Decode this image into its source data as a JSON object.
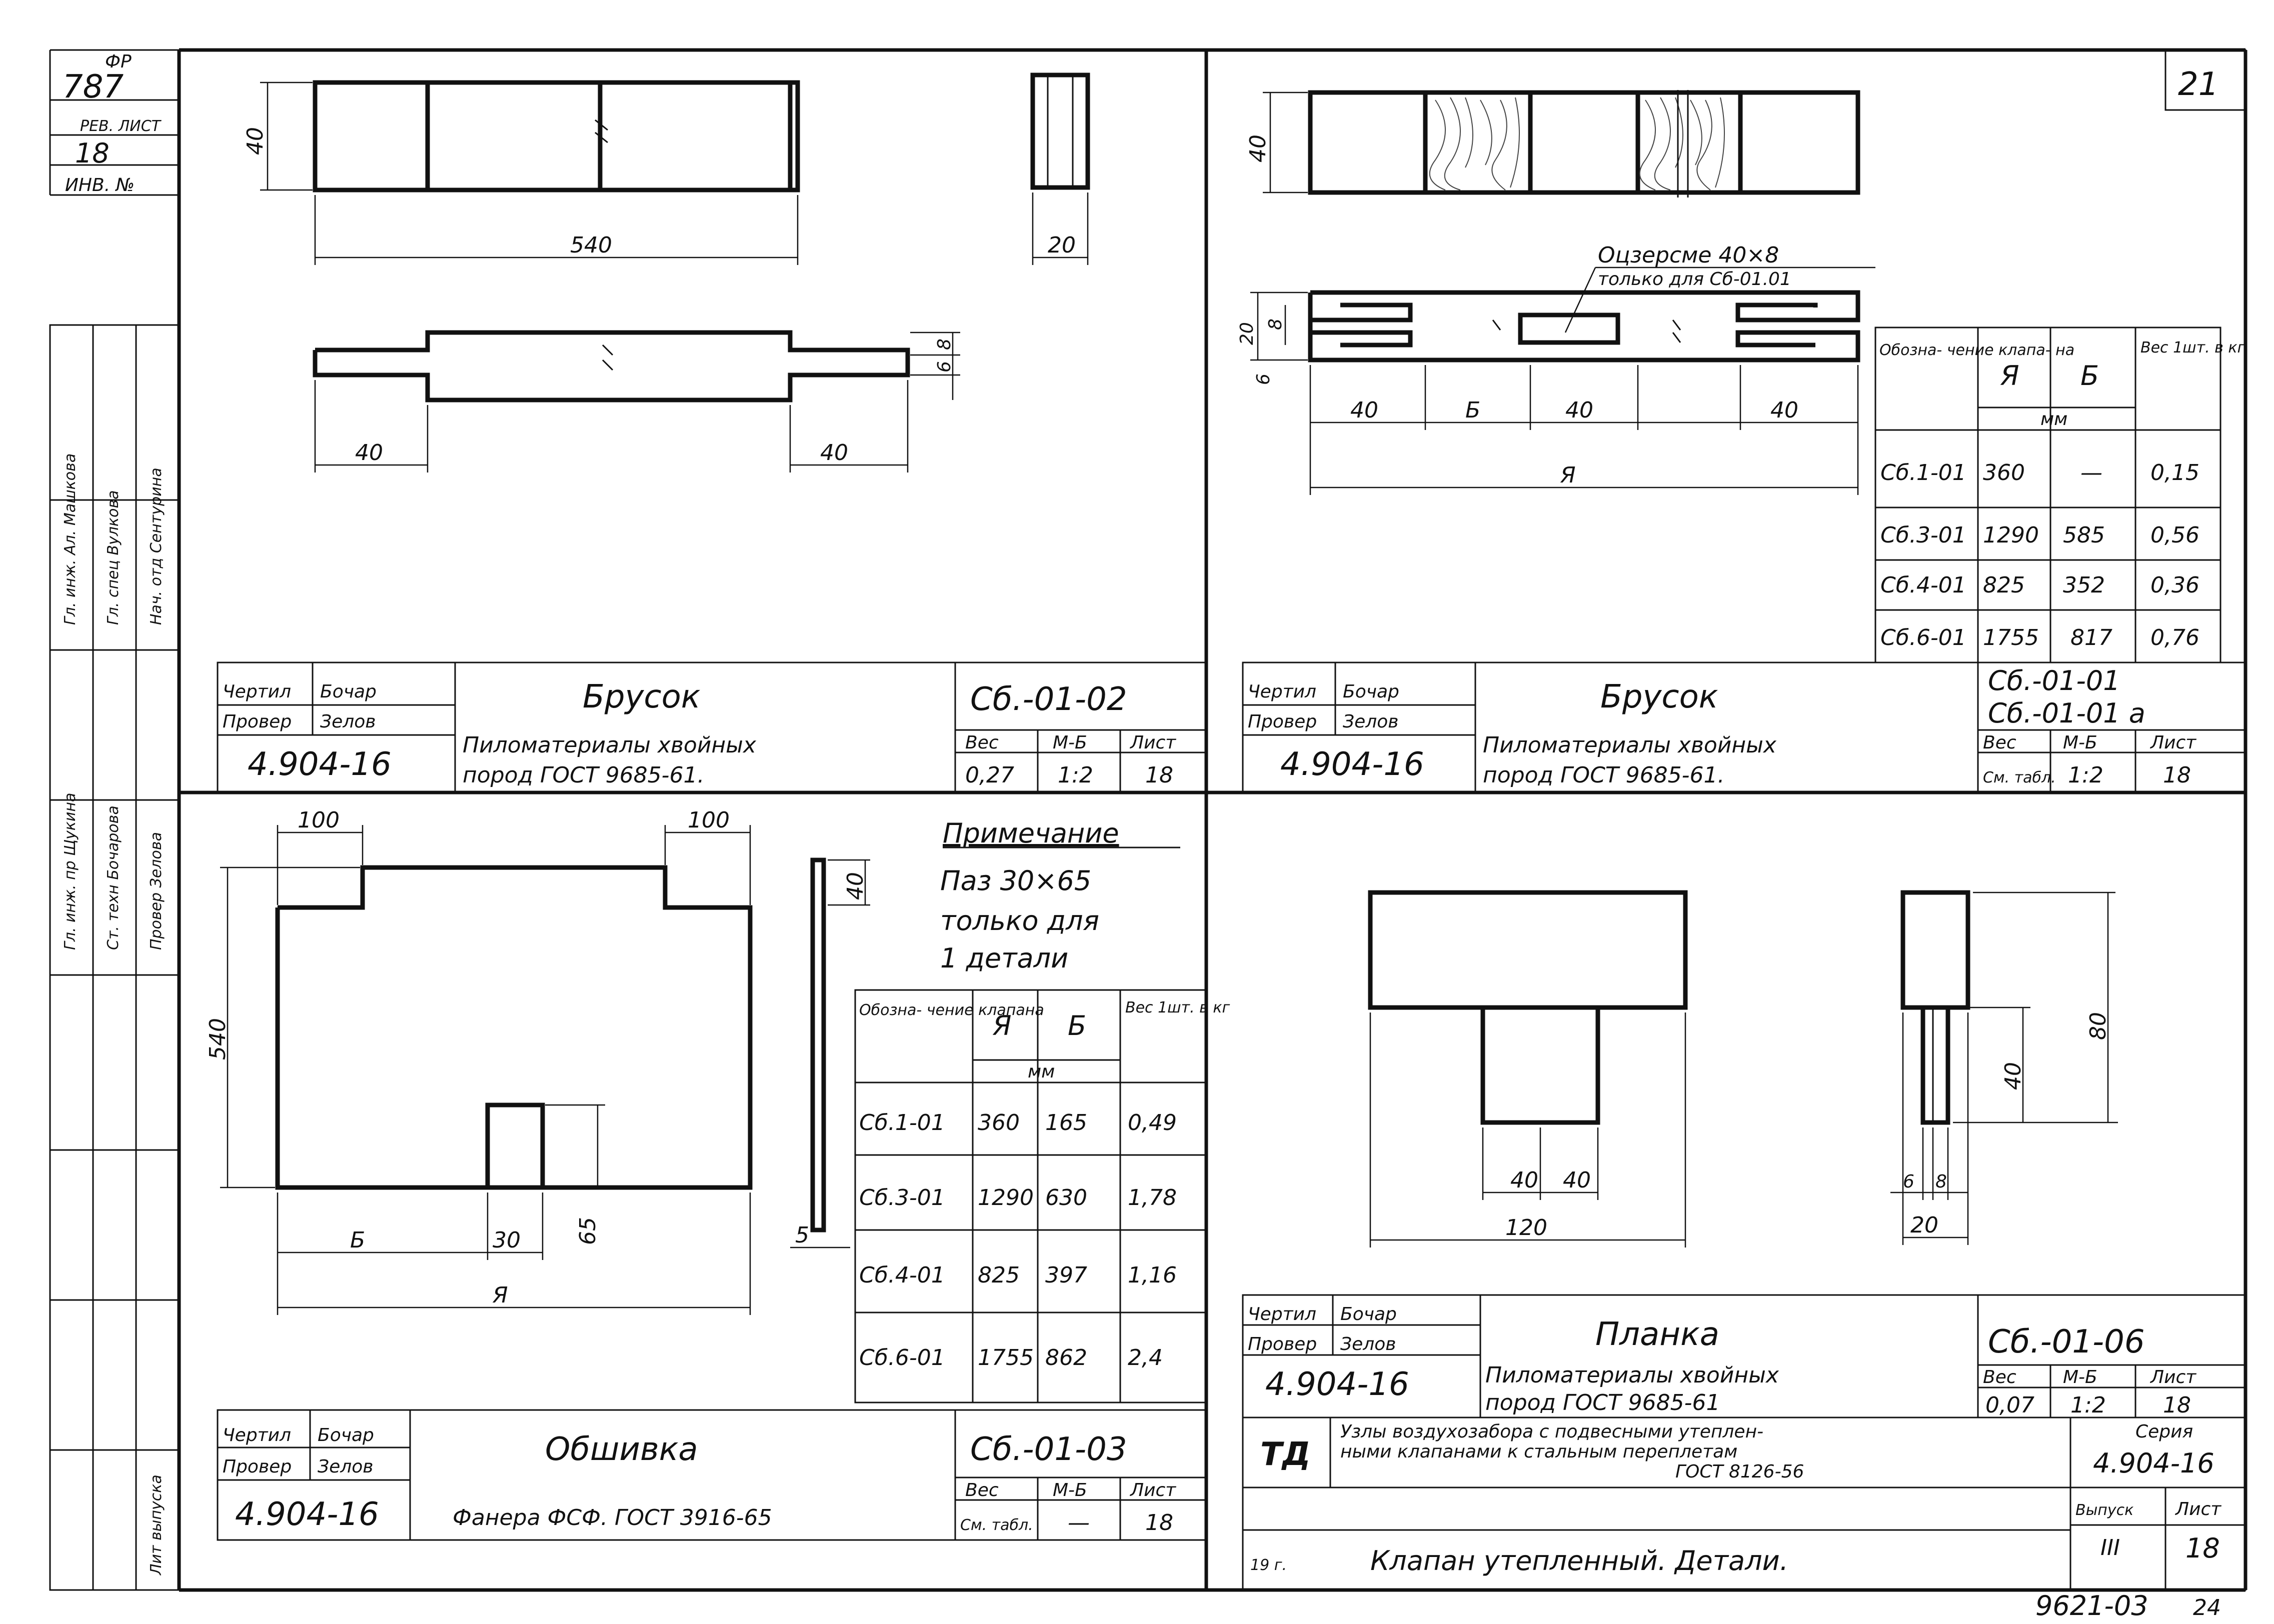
{
  "page_number": "21",
  "corner": {
    "fp": "ФР",
    "number": "787",
    "rev_label": "РЕВ. ЛИСТ",
    "rev_value": "18",
    "inv_label": "ИНВ. №"
  },
  "side_stamp": [
    "Гл. инж. Ал. Машкова",
    "Гл. спец Вулкова",
    "Нач. отд Сентурина",
    "Гл. инж. пр Щукина",
    "Ст. техн Бочарова",
    "Провер Зелова",
    "Лит выпуска"
  ],
  "panel1": {
    "dims_top": {
      "h": "40",
      "len": "540",
      "end": "20"
    },
    "dims_bottom": {
      "left": "40",
      "right": "40",
      "a": "8",
      "b": "6"
    },
    "title": {
      "label_drawn": "Чертил",
      "sign_drawn": "Бочар",
      "label_checked": "Провер",
      "sign_checked": "Зелов",
      "name": "Брусок",
      "code": "Сб.-01-02",
      "series": "4.904-16",
      "material_1": "Пиломатериалы хвойных",
      "material_2": "пород ГОСТ 9685-61.",
      "h_weight": "Вес",
      "h_scale": "М-Б",
      "h_sheet": "Лист",
      "weight": "0,27",
      "scale": "1:2",
      "sheet": "18"
    }
  },
  "panel2": {
    "dims": {
      "h": "40",
      "total_h": "20",
      "slot": "8",
      "gap": "6",
      "s1": "40",
      "s2": "Б",
      "s3": "40",
      "s4": "40",
      "len": "Я"
    },
    "callout_1": "Оцзерсме 40×8",
    "callout_2": "только для Сб-01.01",
    "table": {
      "h_label": "Обозна- чение клапа- на",
      "h_a": "Я",
      "h_b": "Б",
      "h_w": "Вес 1шт. в кг",
      "h_unit": "мм",
      "rows": [
        {
          "code": "Сб.1-01",
          "a": "360",
          "b": "—",
          "w": "0,15"
        },
        {
          "code": "Сб.3-01",
          "a": "1290",
          "b": "585",
          "w": "0,56"
        },
        {
          "code": "Сб.4-01",
          "a": "825",
          "b": "352",
          "w": "0,36"
        },
        {
          "code": "Сб.6-01",
          "a": "1755",
          "b": "817",
          "w": "0,76"
        }
      ]
    },
    "title": {
      "label_drawn": "Чертил",
      "sign_drawn": "Бочар",
      "label_checked": "Провер",
      "sign_checked": "Зелов",
      "name": "Брусок",
      "code_1": "Сб.-01-01",
      "code_2": "Сб.-01-01 а",
      "series": "4.904-16",
      "material_1": "Пиломатериалы хвойных",
      "material_2": "пород ГОСТ 9685-61.",
      "h_weight": "Вес",
      "h_scale": "М-Б",
      "h_sheet": "Лист",
      "weight": "См. табл.",
      "scale": "1:2",
      "sheet": "18"
    }
  },
  "panel3": {
    "dims": {
      "w_tab_l": "100",
      "w_tab_r": "100",
      "h": "540",
      "slot_w": "30",
      "slot_h": "65",
      "b": "Б",
      "a": "Я",
      "edge_h": "40",
      "thick": "5"
    },
    "note": {
      "title": "Примечание",
      "line_1": "Паз 30×65",
      "line_2": "только для",
      "line_3": "1 детали"
    },
    "table": {
      "h_label": "Обозна- чение клапана",
      "h_a": "Я",
      "h_b": "Б",
      "h_w": "Вес 1шт. в кг",
      "h_unit": "мм",
      "rows": [
        {
          "code": "Сб.1-01",
          "a": "360",
          "b": "165",
          "w": "0,49"
        },
        {
          "code": "Сб.3-01",
          "a": "1290",
          "b": "630",
          "w": "1,78"
        },
        {
          "code": "Сб.4-01",
          "a": "825",
          "b": "397",
          "w": "1,16"
        },
        {
          "code": "Сб.6-01",
          "a": "1755",
          "b": "862",
          "w": "2,4"
        }
      ]
    },
    "title": {
      "label_drawn": "Чертил",
      "sign_drawn": "Бочар",
      "label_checked": "Провер",
      "sign_checked": "Зелов",
      "name": "Обшивка",
      "code": "Сб.-01-03",
      "series": "4.904-16",
      "material_1": "Фанера ФСФ. ГОСТ 3916-65",
      "h_weight": "Вес",
      "h_scale": "М-Б",
      "h_sheet": "Лист",
      "weight": "См. табл.",
      "scale": "—",
      "sheet": "18"
    }
  },
  "panel4": {
    "dims": {
      "w1": "40",
      "w2": "40",
      "total": "120",
      "h_stem": "40",
      "h_total": "80",
      "a": "6",
      "b": "8",
      "side_w": "20"
    },
    "title": {
      "label_drawn": "Чертил",
      "sign_drawn": "Бочар",
      "label_checked": "Провер",
      "sign_checked": "Зелов",
      "name": "Планка",
      "code": "Сб.-01-06",
      "series": "4.904-16",
      "material_1": "Пиломатериалы хвойных",
      "material_2": "пород ГОСТ 9685-61",
      "h_weight": "Вес",
      "h_scale": "М-Б",
      "h_sheet": "Лист",
      "weight": "0,07",
      "scale": "1:2",
      "sheet": "18"
    }
  },
  "main_stamp": {
    "td": "ТД",
    "title_1": "Узлы воздухозабора с подвесными утеплен-",
    "title_2": "ными клапанами к стальным переплетам",
    "title_3": "ГОСТ 8126-56",
    "series_label": "Серия",
    "series": "4.904-16",
    "issue_label": "Выпуск",
    "issue": "III",
    "sheet_label": "Лист",
    "sheet": "18",
    "year_prefix": "19 г.",
    "sheet_title": "Клапан утепленный. Детали."
  },
  "bottom_code": "9621-03",
  "bottom_page": "24"
}
